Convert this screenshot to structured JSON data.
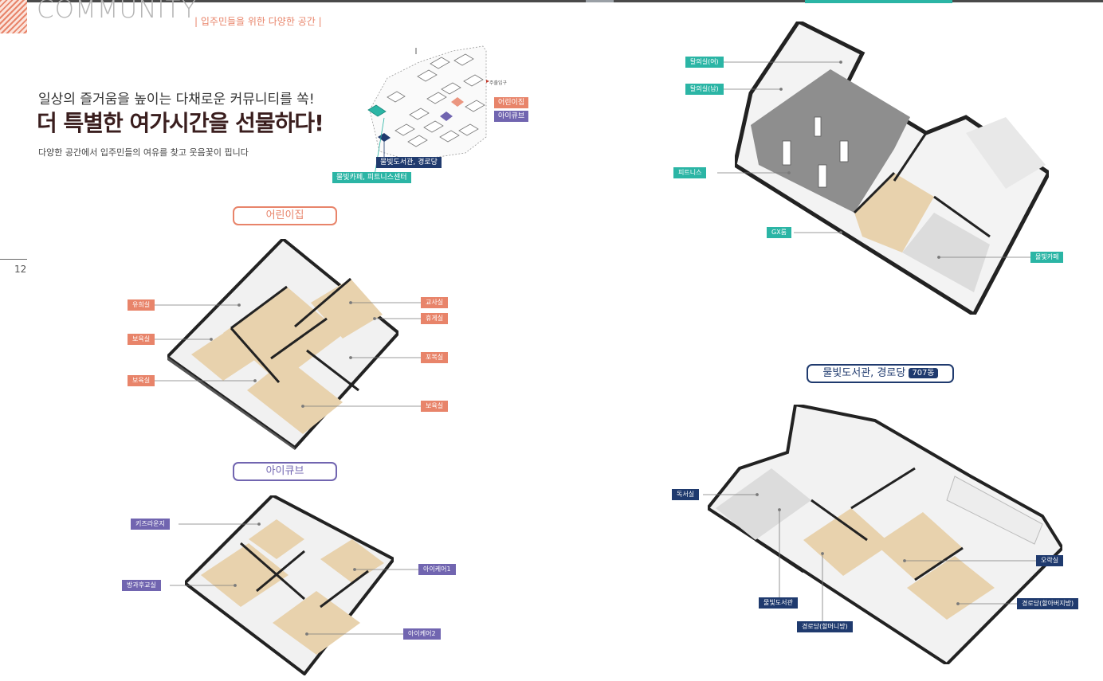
{
  "header": {
    "title": "COMMUNITY",
    "subtitle": "| 입주민들을 위한 다양한 공간 |",
    "page_number": "12"
  },
  "intro": {
    "lead": "일상의 즐거움을 높이는 다채로운 커뮤니티를 쏙!",
    "headline": "더 특별한 여가시간을 선물하다!",
    "description": "다양한 공간에서 입주민들의 여유를 찾고 웃음꽃이 핍니다"
  },
  "site_map": {
    "entrance": "주출입구",
    "labels": {
      "daycare": "어린이집",
      "icube": "아이큐브",
      "library": "물빛도서관, 경로당",
      "cafe": "물빛카페, 피트니스센터"
    }
  },
  "sections": {
    "daycare": {
      "title": "어린이집",
      "rooms": [
        "유희실",
        "보육실",
        "보육실",
        "교사실",
        "휴게실",
        "포복실",
        "보육실"
      ]
    },
    "icube": {
      "title": "아이큐브",
      "rooms": [
        "키즈라운지",
        "방과후교실",
        "아이케어1",
        "아이케어2"
      ]
    },
    "fitness": {
      "rooms": [
        "탈의실(여)",
        "탈의실(남)",
        "피트니스",
        "GX룸",
        "물빛카페"
      ]
    },
    "library": {
      "title": "물빛도서관, 경로당",
      "building": "707동",
      "rooms": [
        "독서실",
        "물빛도서관",
        "경로당(할머니방)",
        "오락실",
        "경로당(할아버지방)"
      ]
    }
  },
  "colors": {
    "orange": "#e8846a",
    "purple": "#7165b0",
    "teal": "#2bb5a5",
    "navy": "#1f3a6e",
    "headline": "#3a1e1e"
  }
}
